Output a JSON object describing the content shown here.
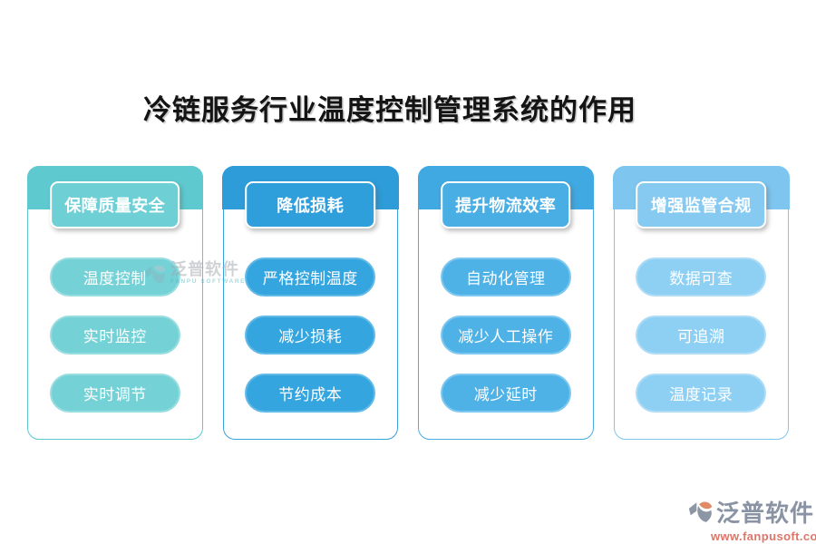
{
  "title": "冷链服务行业温度控制管理系统的作用",
  "columns": [
    {
      "header": "保障质量安全",
      "items": [
        "温度控制",
        "实时监控",
        "实时调节"
      ],
      "colors": {
        "bar": "#5ec9cf",
        "header": "#6ecfd5",
        "pill": "#74d1d6",
        "border": "#5bc8ce",
        "pill_border": "#9adde1"
      }
    },
    {
      "header": "降低损耗",
      "items": [
        "严格控制温度",
        "减少损耗",
        "节约成本"
      ],
      "colors": {
        "bar": "#2d9cd9",
        "header": "#2f9fdc",
        "pill": "#35a5e0",
        "border": "#39a1dc",
        "pill_border": "#62b9e6"
      }
    },
    {
      "header": "提升物流效率",
      "items": [
        "自动化管理",
        "减少人工操作",
        "减少延时"
      ],
      "colors": {
        "bar": "#41a9e1",
        "header": "#48aee4",
        "pill": "#4eb2e7",
        "border": "#4aade2",
        "pill_border": "#7ec8ef"
      }
    },
    {
      "header": "增强监管合规",
      "items": [
        "数据可查",
        "可追溯",
        "温度记录"
      ],
      "colors": {
        "bar": "#7ec5ef",
        "header": "#86caf1",
        "pill": "#8ed0f4",
        "border": "#80c6ef",
        "pill_border": "#aedcf7"
      }
    }
  ],
  "watermark": {
    "brand": "泛普软件",
    "sub": "FANPU SOFTWARE",
    "icon": "fanpu-logo-icon"
  },
  "footer": {
    "brand": "泛普软件",
    "url": "www.fanpusoft.com",
    "icon": "fanpu-logo-icon",
    "brand_color": "#8a93a3",
    "url_color": "#df7468"
  }
}
